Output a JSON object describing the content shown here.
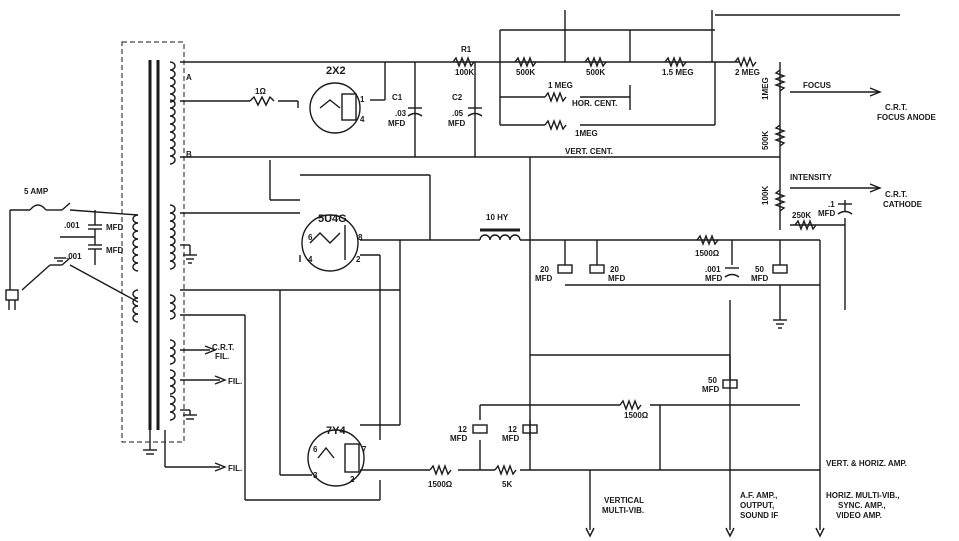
{
  "labels": {
    "fuse": "5 AMP",
    "line_cap1": ".001",
    "line_cap1_unit": "MFD",
    "line_cap2": ".001",
    "line_cap2_unit": "MFD",
    "winding_a": "A",
    "winding_b": "B",
    "r_1ohm": "1Ω",
    "tube_2x2": "2X2",
    "pin_1": "1",
    "pin_4": "4",
    "c1": "C1",
    "c1_val": ".03",
    "c1_unit": "MFD",
    "c2": "C2",
    "c2_val": ".05",
    "c2_unit": "MFD",
    "r1": "R1",
    "r1_val": "100K",
    "r_500k_a": "500K",
    "r_500k_b": "500K",
    "r_1_5meg": "1.5 MEG",
    "r_2meg": "2 MEG",
    "r_1meg_hor": "1 MEG",
    "hor_cent": "HOR. CENT.",
    "r_1meg_vert": "1MEG",
    "vert_cent": "VERT. CENT.",
    "pot_1meg": "1MEG",
    "focus": "FOCUS",
    "crt_focus_1": "C.R.T.",
    "crt_focus_2": "FOCUS ANODE",
    "r_500k_c": "500K",
    "intensity": "INTENSITY",
    "pot_100k": "100K",
    "crt_cath_1": "C.R.T.",
    "crt_cath_2": "CATHODE",
    "r_250k": "250K",
    "cap_1_val": ".1",
    "cap_1_unit": "MFD",
    "tube_5u4g": "5U4G",
    "pin_6": "6",
    "pin_8": "8",
    "pin_4b": "4",
    "pin_2": "2",
    "choke": "10 HY",
    "cap_20a": "20",
    "cap_20a_unit": "MFD",
    "cap_20b": "20",
    "cap_20b_unit": "MFD",
    "r_1500_a": "1500Ω",
    "cap_001": ".001",
    "cap_001_unit": "MFD",
    "cap_50a": "50",
    "cap_50a_unit": "MFD",
    "crt_fil_1": "C.R.T.",
    "crt_fil_2": "FIL.",
    "fil_1": "FIL.",
    "fil_2": "FIL.",
    "cap_50b": "50",
    "cap_50b_unit": "MFD",
    "r_1500_b": "1500Ω",
    "cap_12a": "12",
    "cap_12a_unit": "MFD",
    "cap_12b": "12",
    "cap_12b_unit": "MFD",
    "tube_7y4": "7Y4",
    "pin_6b": "6",
    "pin_7": "7",
    "pin_3": "3",
    "pin_2b": "2",
    "r_1500_c": "1500Ω",
    "r_5k": "5K",
    "out_vh_amp": "VERT. & HORIZ. AMP.",
    "out_vert_1": "VERTICAL",
    "out_vert_2": "MULTI-VIB.",
    "out_af_1": "A.F. AMP.,",
    "out_af_2": "OUTPUT,",
    "out_af_3": "SOUND IF",
    "out_horiz_1": "HORIZ. MULTI-VIB.,",
    "out_horiz_2": "SYNC. AMP.,",
    "out_horiz_3": "VIDEO AMP."
  }
}
